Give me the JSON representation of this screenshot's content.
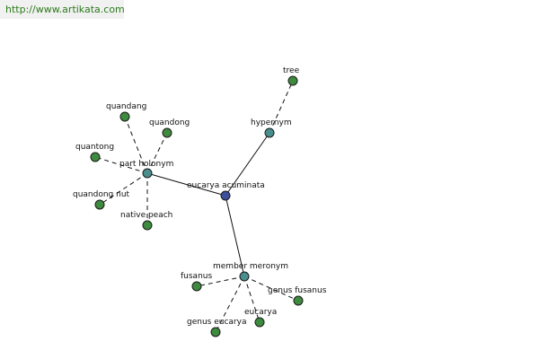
{
  "banner": {
    "url_text": "http://www.artikata.com"
  },
  "colors": {
    "center": "#3d4f9a",
    "relation": "#4a8e8e",
    "leaf": "#3e8a3e",
    "banner_text": "#2a7a1a"
  },
  "graph": {
    "nodes": {
      "center": {
        "label": "eucarya acuminata",
        "kind": "center"
      },
      "hypernym": {
        "label": "hypernym",
        "kind": "relation"
      },
      "part": {
        "label": "part holonym",
        "kind": "relation"
      },
      "member": {
        "label": "member meronym",
        "kind": "relation"
      },
      "tree": {
        "label": "tree",
        "kind": "leaf"
      },
      "quandang": {
        "label": "quandang",
        "kind": "leaf"
      },
      "quandong": {
        "label": "quandong",
        "kind": "leaf"
      },
      "quantong": {
        "label": "quantong",
        "kind": "leaf"
      },
      "qnut": {
        "label": "quandong nut",
        "kind": "leaf"
      },
      "npeach": {
        "label": "native peach",
        "kind": "leaf"
      },
      "fusanus": {
        "label": "fusanus",
        "kind": "leaf"
      },
      "gfusanus": {
        "label": "genus fusanus",
        "kind": "leaf"
      },
      "eucarya": {
        "label": "eucarya",
        "kind": "leaf"
      },
      "geucarya": {
        "label": "genus eucarya",
        "kind": "leaf"
      }
    },
    "edges": [
      {
        "from": "center",
        "to": "hypernym",
        "style": "solid"
      },
      {
        "from": "center",
        "to": "part",
        "style": "solid"
      },
      {
        "from": "center",
        "to": "member",
        "style": "solid"
      },
      {
        "from": "hypernym",
        "to": "tree",
        "style": "dashed"
      },
      {
        "from": "part",
        "to": "quandang",
        "style": "dashed"
      },
      {
        "from": "part",
        "to": "quandong",
        "style": "dashed"
      },
      {
        "from": "part",
        "to": "quantong",
        "style": "dashed"
      },
      {
        "from": "part",
        "to": "qnut",
        "style": "dashed"
      },
      {
        "from": "part",
        "to": "npeach",
        "style": "dashed"
      },
      {
        "from": "member",
        "to": "fusanus",
        "style": "dashed"
      },
      {
        "from": "member",
        "to": "gfusanus",
        "style": "dashed"
      },
      {
        "from": "member",
        "to": "eucarya",
        "style": "dashed"
      },
      {
        "from": "member",
        "to": "geucarya",
        "style": "dashed"
      }
    ]
  }
}
